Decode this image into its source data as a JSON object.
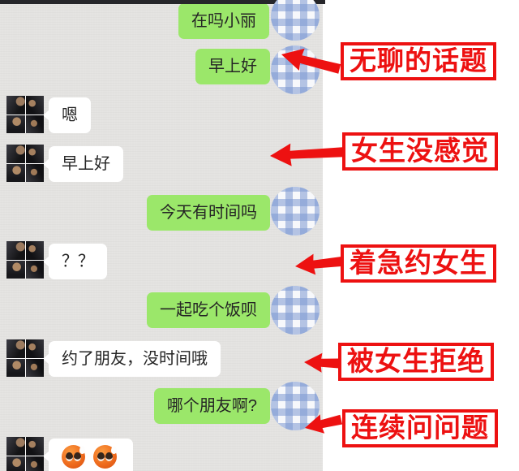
{
  "chat": {
    "messages": [
      {
        "side": "right",
        "text": "在吗小丽"
      },
      {
        "side": "right",
        "text": "早上好"
      },
      {
        "side": "left",
        "text": "嗯"
      },
      {
        "side": "left",
        "text": "早上好"
      },
      {
        "side": "right",
        "text": "今天有时间吗"
      },
      {
        "side": "left",
        "text": "？？"
      },
      {
        "side": "right",
        "text": "一起吃个饭呗"
      },
      {
        "side": "left",
        "text": "约了朋友，没时间哦"
      },
      {
        "side": "right",
        "text": "哪个朋友啊?"
      },
      {
        "side": "left",
        "text": "",
        "emoji": "embarrassed-sweat-face",
        "emoji_count": 2
      }
    ]
  },
  "annotations": {
    "labels": [
      "无聊的话题",
      "女生没感觉",
      "着急约女生",
      "被女生拒绝",
      "连续问问题"
    ]
  },
  "colors": {
    "bubble_green": "#9be76a",
    "chat_background": "#e4e3e1",
    "annotation_red": "#ed1111",
    "plaid_blue": "#7c98d2",
    "panel_white": "#ffffff"
  }
}
